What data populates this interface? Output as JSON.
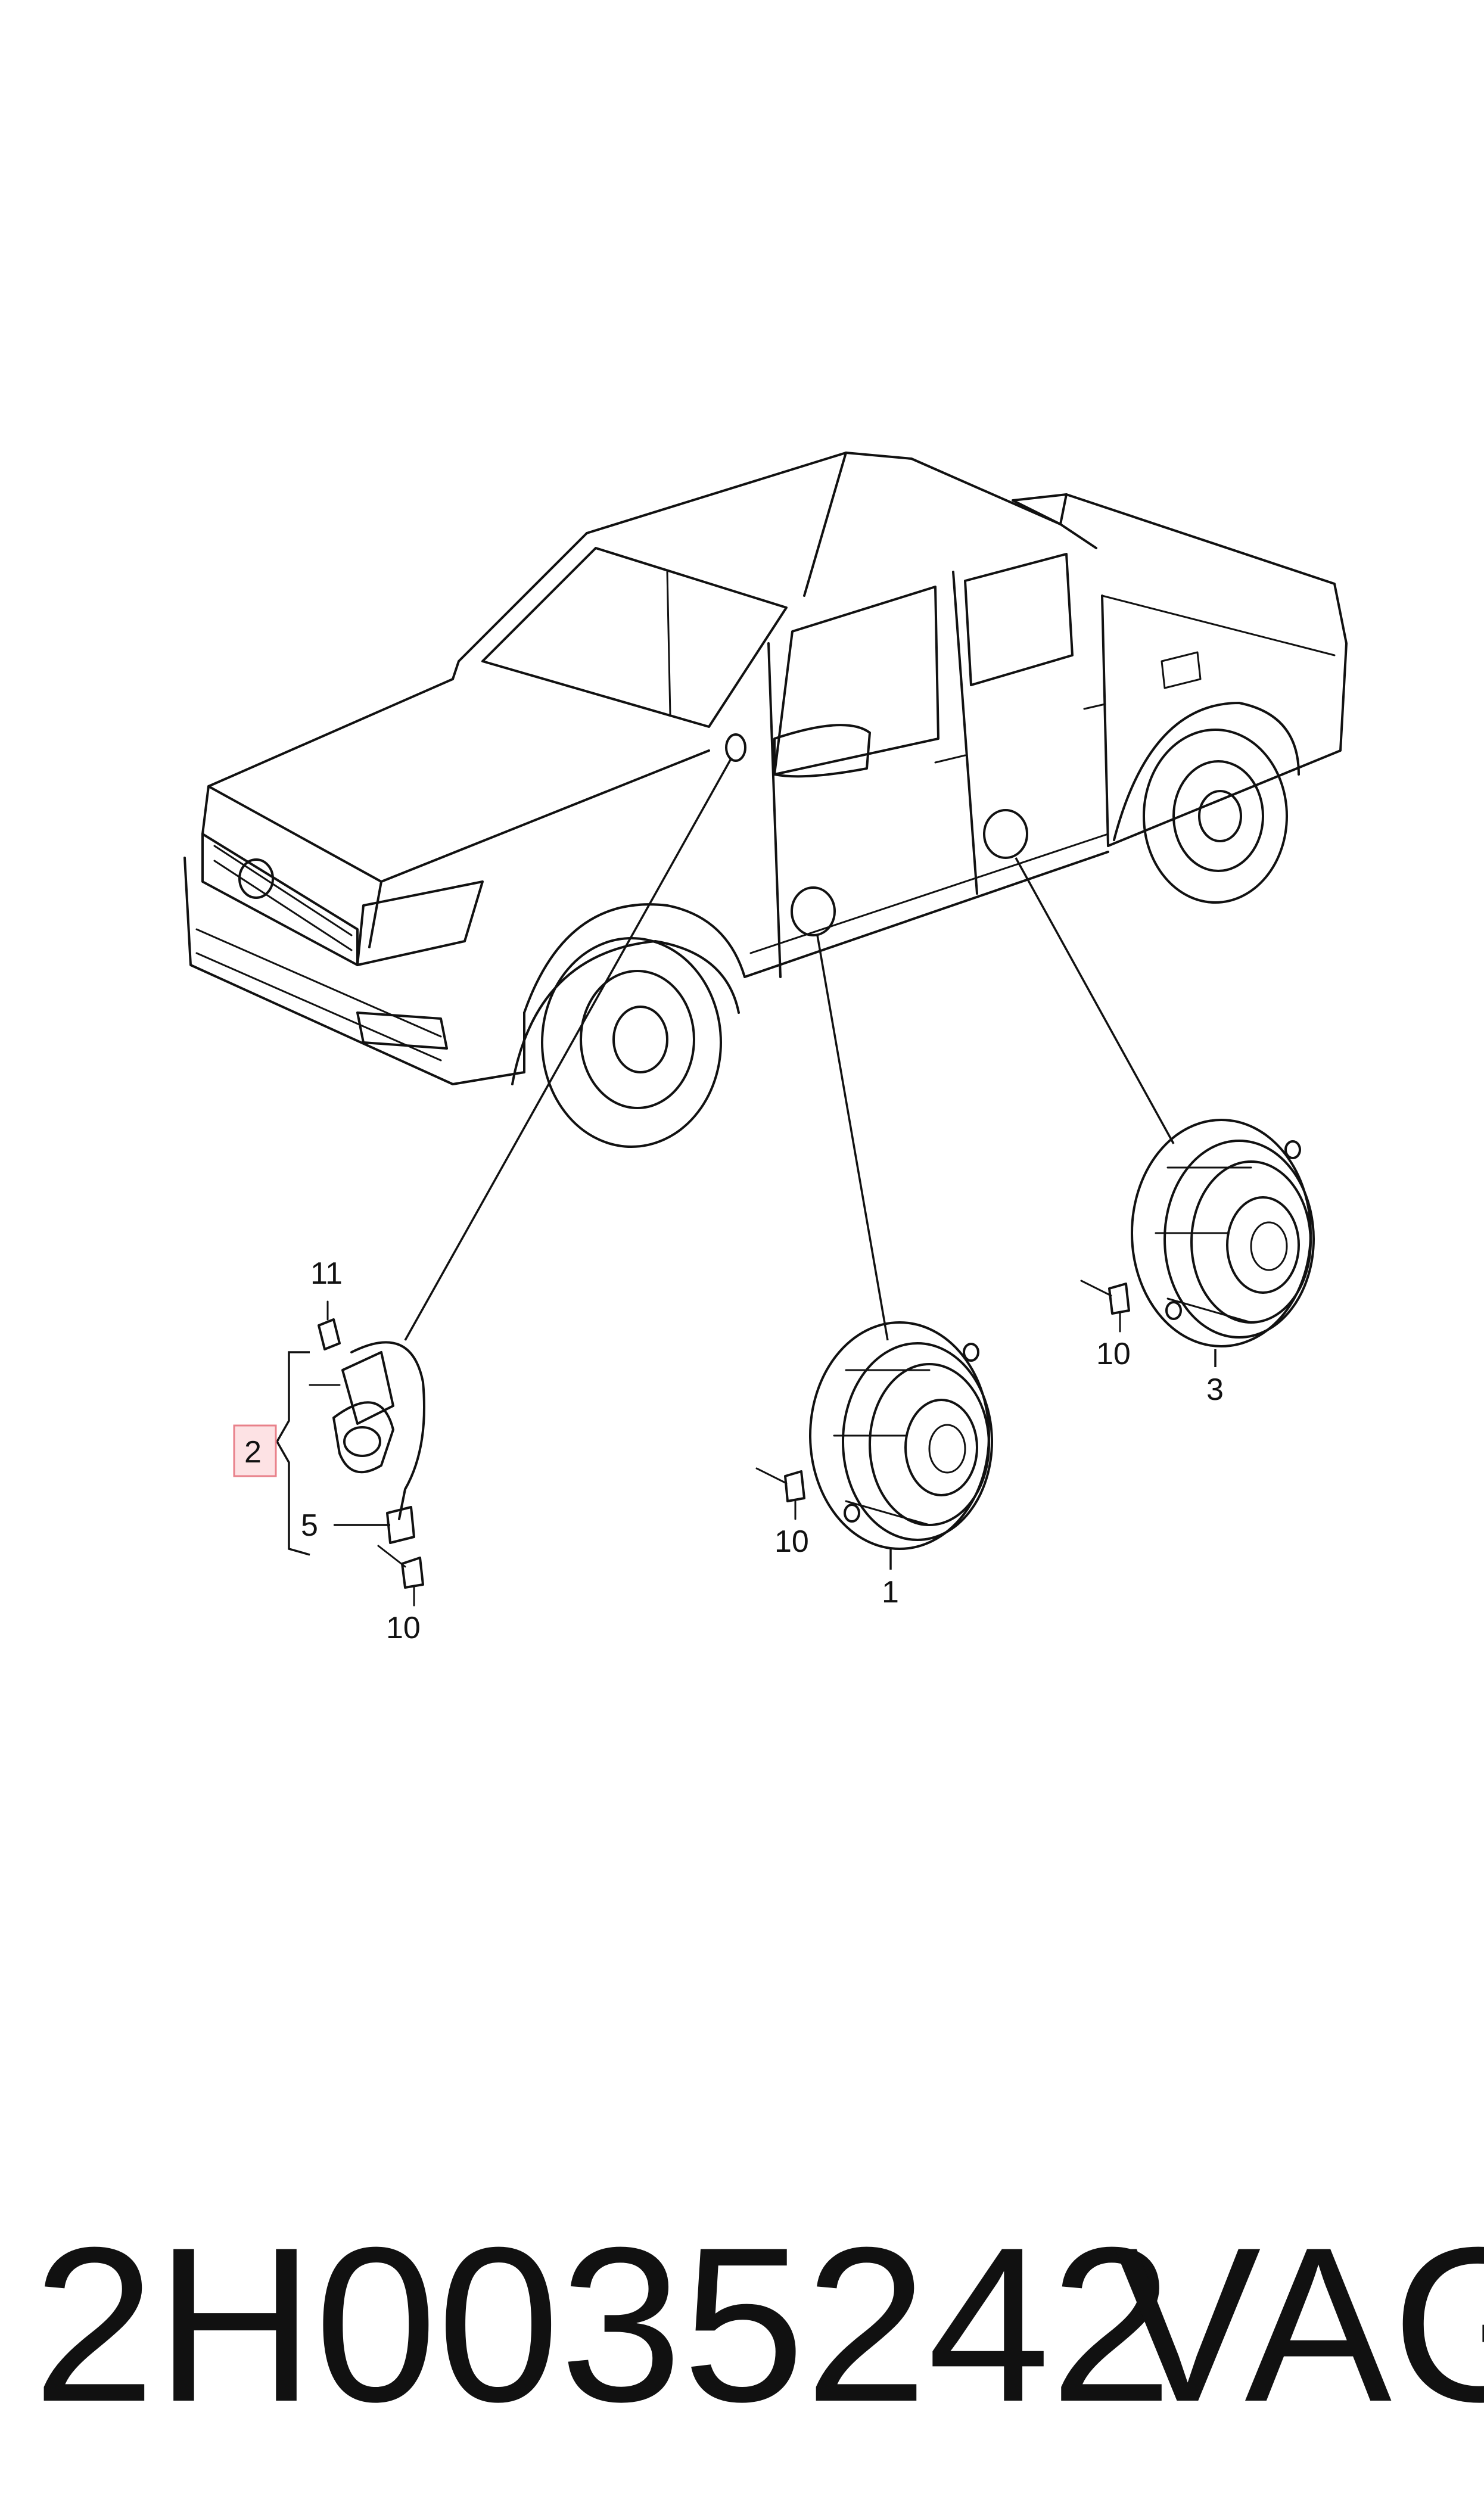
{
  "callouts": {
    "c11": "11",
    "c2": "2",
    "c5": "5",
    "c10_left": "10",
    "c10_mid": "10",
    "c1": "1",
    "c10_right": "10",
    "c3": "3"
  },
  "footer": {
    "part_number": "2H0035242",
    "brand": "VAG"
  },
  "colors": {
    "line": "#111111",
    "highlight_fill": "#fde2e4",
    "highlight_stroke": "#e8808a"
  },
  "icons": {
    "vehicle": "pickup-truck",
    "speaker": "door-loudspeaker",
    "tweeter": "tweeter-with-cable",
    "rivet": "rivet",
    "screw": "screw"
  }
}
